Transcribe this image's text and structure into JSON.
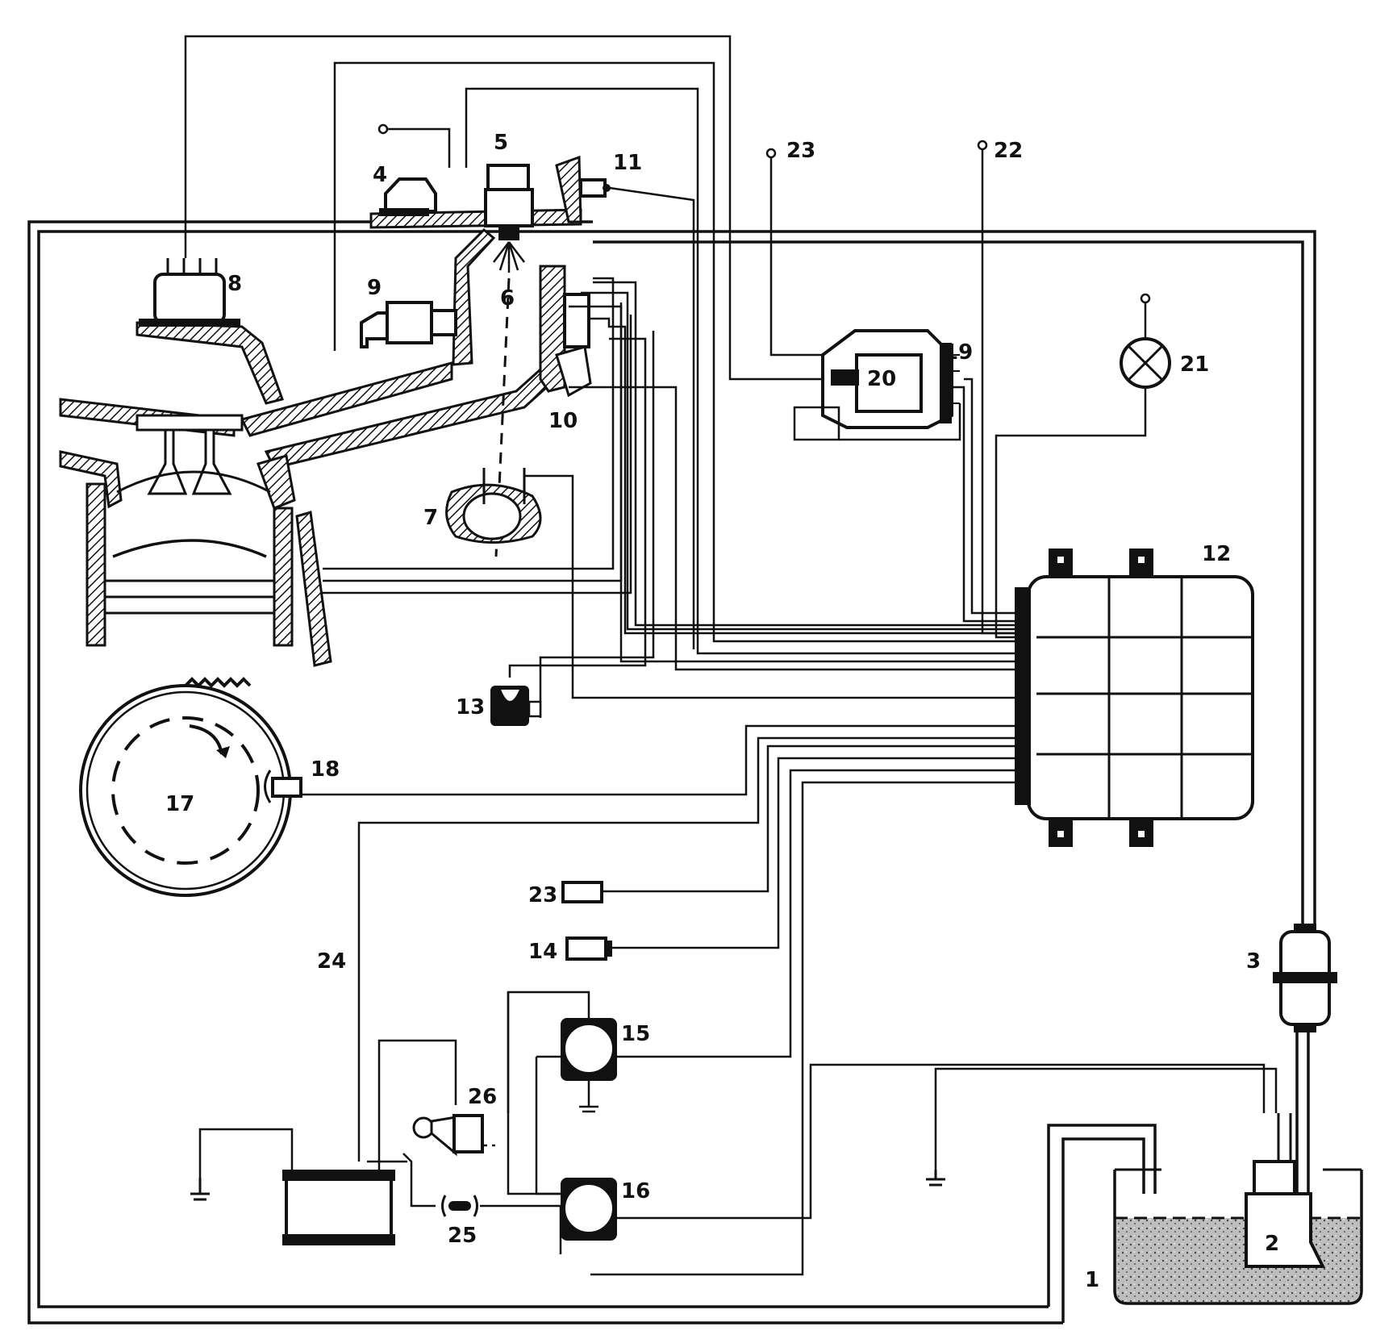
{
  "diagram": {
    "labels": {
      "l1": "1",
      "l2": "2",
      "l3": "3",
      "l4": "4",
      "l5": "5",
      "l6": "6",
      "l7": "7",
      "l8": "8",
      "l9": "9",
      "l10": "10",
      "l11": "11",
      "l12": "12",
      "l13": "13",
      "l14": "14",
      "l15": "15",
      "l16": "16",
      "l17": "17",
      "l18": "18",
      "l19": "19",
      "l20": "20",
      "l21": "21",
      "l22": "22",
      "l23a": "23",
      "l23b": "23",
      "l24": "24",
      "l25": "25",
      "l26": "26"
    }
  }
}
